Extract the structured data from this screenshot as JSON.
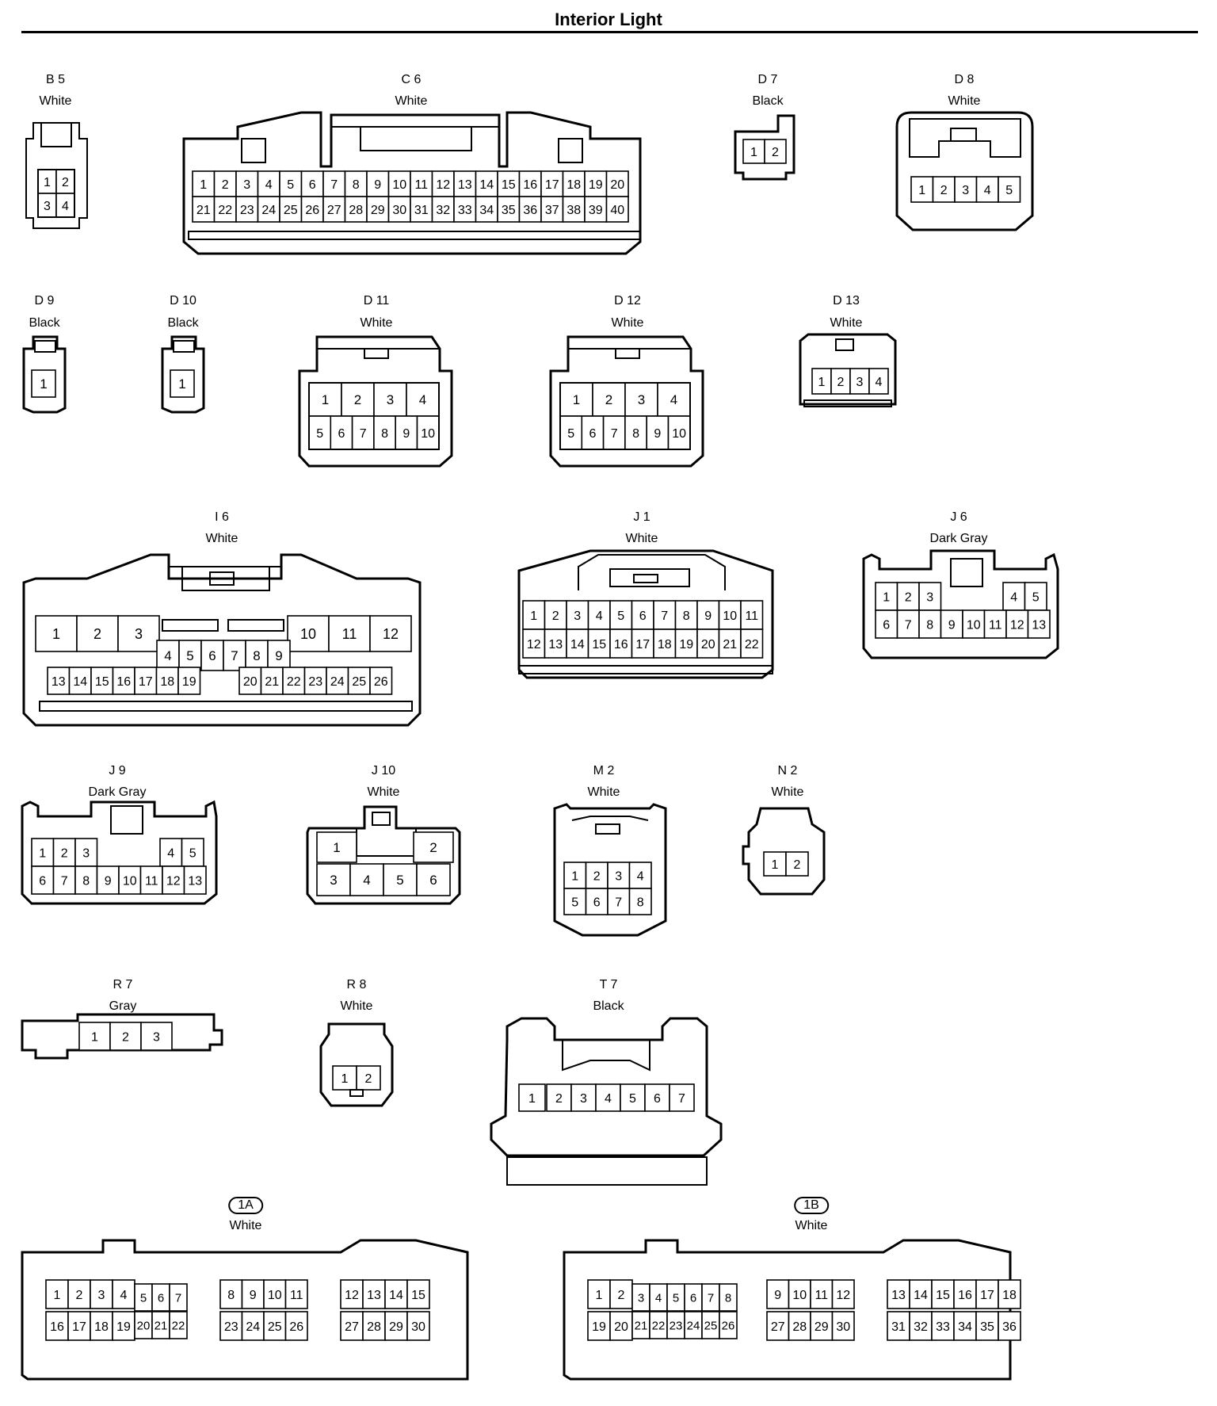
{
  "title": "Interior Light",
  "connectors": {
    "B5": {
      "id": "B 5",
      "color": "White"
    },
    "C6": {
      "id": "C 6",
      "color": "White"
    },
    "D7": {
      "id": "D 7",
      "color": "Black"
    },
    "D8": {
      "id": "D 8",
      "color": "White"
    },
    "D9": {
      "id": "D 9",
      "color": "Black"
    },
    "D10": {
      "id": "D 10",
      "color": "Black"
    },
    "D11": {
      "id": "D 11",
      "color": "White"
    },
    "D12": {
      "id": "D 12",
      "color": "White"
    },
    "D13": {
      "id": "D 13",
      "color": "White"
    },
    "I6": {
      "id": "I 6",
      "color": "White"
    },
    "J1": {
      "id": "J 1",
      "color": "White"
    },
    "J6": {
      "id": "J 6",
      "color": "Dark Gray"
    },
    "J9": {
      "id": "J 9",
      "color": "Dark Gray"
    },
    "J10": {
      "id": "J 10",
      "color": "White"
    },
    "M2": {
      "id": "M 2",
      "color": "White"
    },
    "N2": {
      "id": "N 2",
      "color": "White"
    },
    "R7": {
      "id": "R 7",
      "color": "Gray"
    },
    "R8": {
      "id": "R 8",
      "color": "White"
    },
    "T7": {
      "id": "T 7",
      "color": "Black"
    },
    "1A": {
      "id": "1A",
      "color": "White"
    },
    "1B": {
      "id": "1B",
      "color": "White"
    }
  }
}
